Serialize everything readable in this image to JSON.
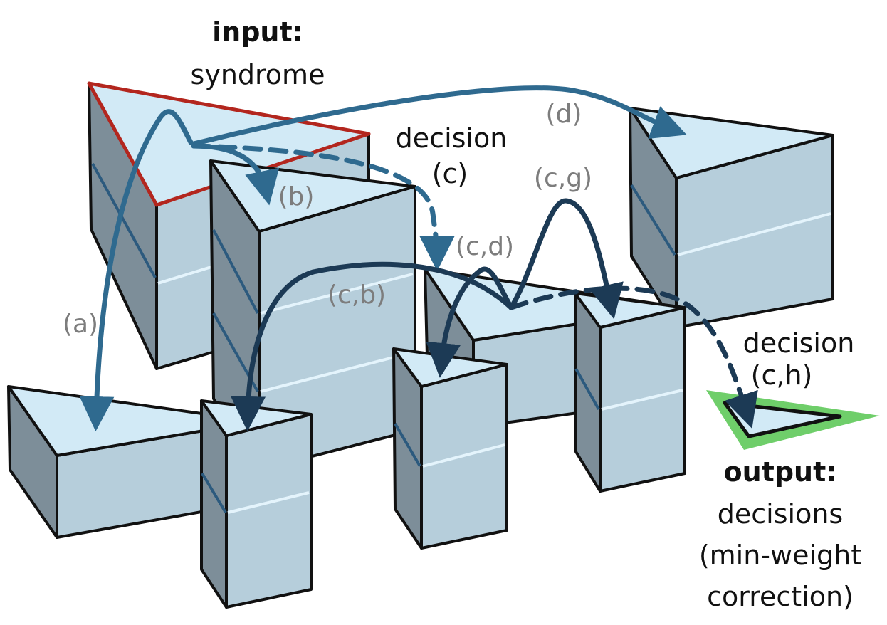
{
  "labels": {
    "input_title": "input:",
    "input_sub": "syndrome",
    "decision_c_1": "decision",
    "decision_c_2": "(c)",
    "decision_ch_1": "decision",
    "decision_ch_2": "(c,h)",
    "output_title": "output:",
    "output_sub_1": "decisions",
    "output_sub_2": "(min-weight",
    "output_sub_3": "correction)"
  },
  "edges": {
    "a": "(a)",
    "b": "(b)",
    "d": "(d)",
    "cg": "(c,g)",
    "cd": "(c,d)",
    "cb": "(c,b)"
  },
  "colors": {
    "input_outline": "#b3261e",
    "output_outline": "#6fce6a",
    "arrow_light": "#2f6a8f",
    "arrow_dark": "#1c3a55",
    "edge_label": "#7d7d7d"
  }
}
